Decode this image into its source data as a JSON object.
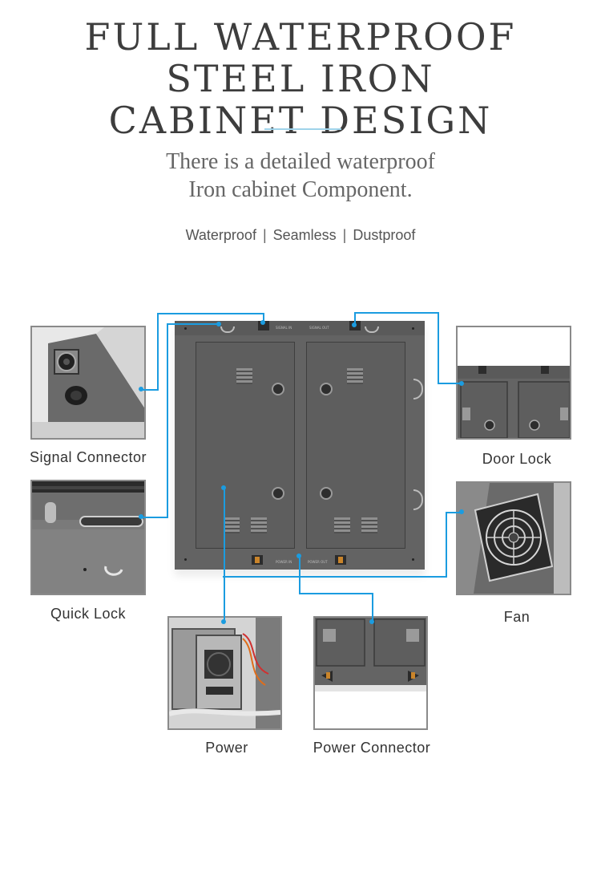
{
  "headline": {
    "lines": [
      "FULL WATERPROOF",
      "STEEL IRON",
      "CABINET DESIGN"
    ]
  },
  "subheadline": {
    "lines": [
      "There is a detailed waterproof",
      "Iron cabinet Component."
    ]
  },
  "features": {
    "items": [
      "Waterproof",
      "Seamless",
      "Dustproof"
    ],
    "separator": "|"
  },
  "callouts": {
    "signal_connector": "Signal Connector",
    "quick_lock": "Quick Lock",
    "door_lock": "Door Lock",
    "fan": "Fan",
    "power": "Power",
    "power_connector": "Power Connector"
  },
  "colors": {
    "leader_line": "#1b9ce0",
    "cabinet": "#636363",
    "heading_text": "#3d3d3d"
  }
}
